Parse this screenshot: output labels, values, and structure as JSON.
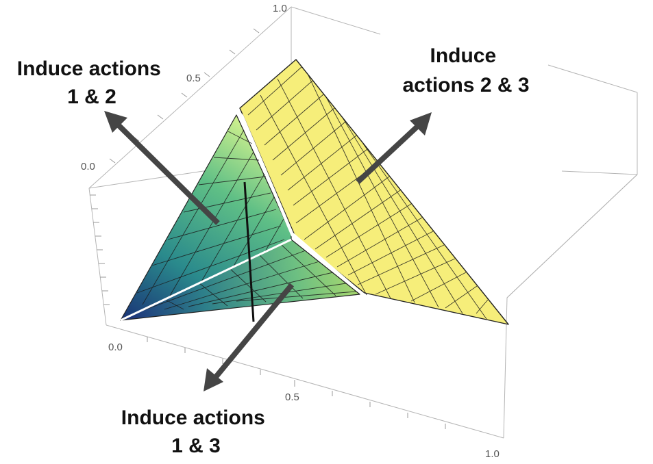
{
  "annotations": {
    "left_label": [
      "Induce actions",
      "1 & 2"
    ],
    "right_label": [
      "Induce",
      "actions 2 & 3"
    ],
    "bottom_label": [
      "Induce actions",
      "1 & 3"
    ]
  },
  "axes": {
    "back_axis_ticks": [
      "1.0",
      "0.5",
      "0.0"
    ],
    "front_axis_ticks": [
      "0.0",
      "0.5",
      "1.0"
    ]
  },
  "colors": {
    "yellow_surface": "#f6ee7a",
    "green_light": "#c4ee8a",
    "green_mid": "#5fbf86",
    "teal": "#2a8a8c",
    "navy": "#1c2f7a",
    "arrow": "#454545"
  }
}
